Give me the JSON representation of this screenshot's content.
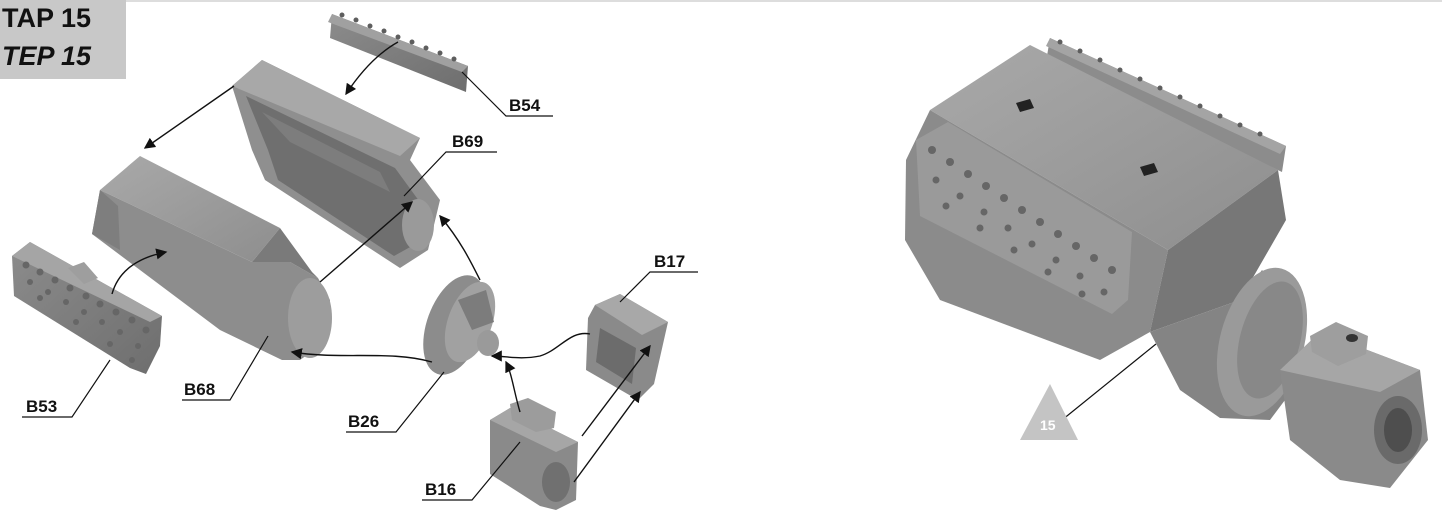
{
  "header": {
    "step_title": "TAP 15",
    "step_subtitle": "TEP 15"
  },
  "labels": {
    "b54": "B54",
    "b69": "B69",
    "b17": "B17",
    "b53": "B53",
    "b68": "B68",
    "b26": "B26",
    "b16": "B16"
  },
  "marker": {
    "step_number": "15"
  },
  "colors": {
    "header_bg": "#c8c8c8",
    "part": "#8a8a8a",
    "part_light": "#a4a4a4",
    "part_dark": "#6a6a6a",
    "line": "#111111"
  }
}
